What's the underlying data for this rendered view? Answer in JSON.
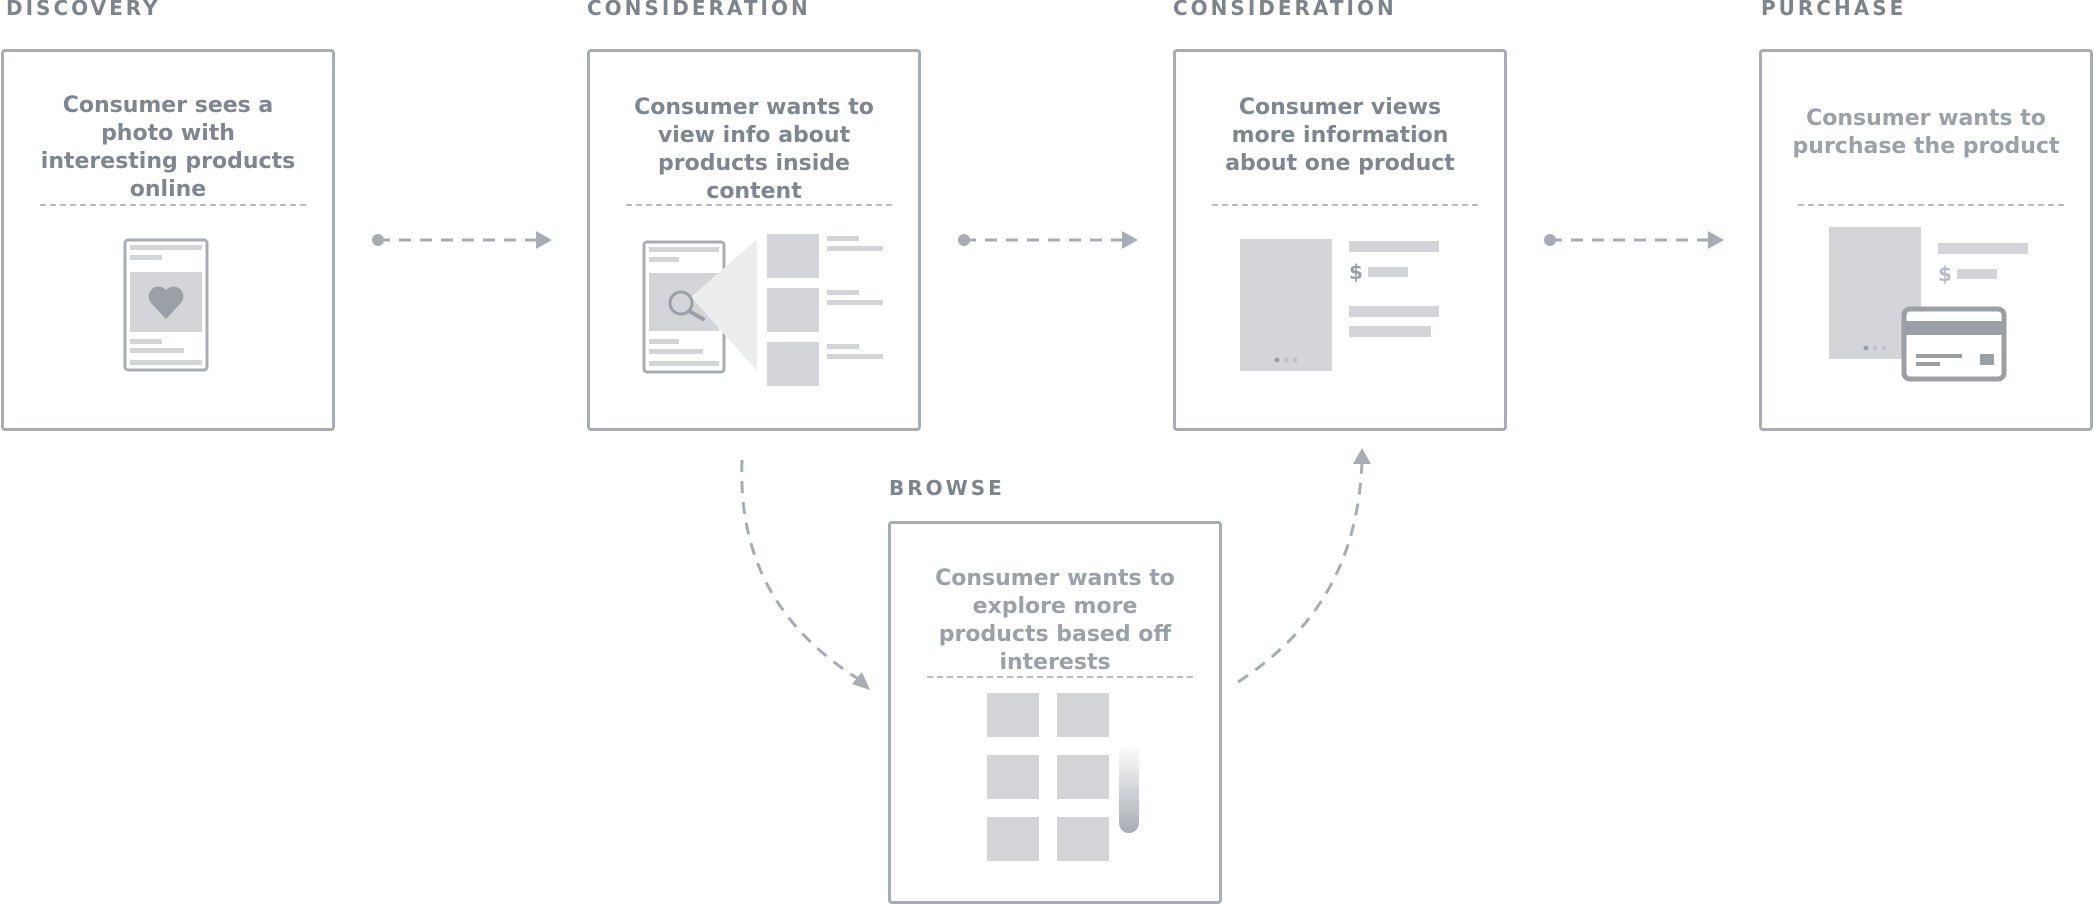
{
  "stages": [
    {
      "id": "discovery",
      "label": "DISCOVERY",
      "text": "Consumer sees a photo with interesting products online"
    },
    {
      "id": "consideration-1",
      "label": "CONSIDERATION",
      "text": "Consumer wants to view info about products inside content"
    },
    {
      "id": "consideration-2",
      "label": "CONSIDERATION",
      "text": "Consumer views more information about one product"
    },
    {
      "id": "purchase",
      "label": "PURCHASE",
      "text": "Consumer wants to purchase the product"
    },
    {
      "id": "browse",
      "label": "BROWSE",
      "text": "Consumer wants to explore more products based off interests"
    }
  ],
  "price_symbol": "$",
  "colors": {
    "border": "#a8adb3",
    "placeholder": "#d3d5d8",
    "icon_dark": "#9aa0a6",
    "label": "#7d848c",
    "text": "#7f868f"
  },
  "icons": [
    "phone-icon",
    "heart-icon",
    "magnifier-icon",
    "credit-card-icon",
    "scrollbar-icon"
  ]
}
